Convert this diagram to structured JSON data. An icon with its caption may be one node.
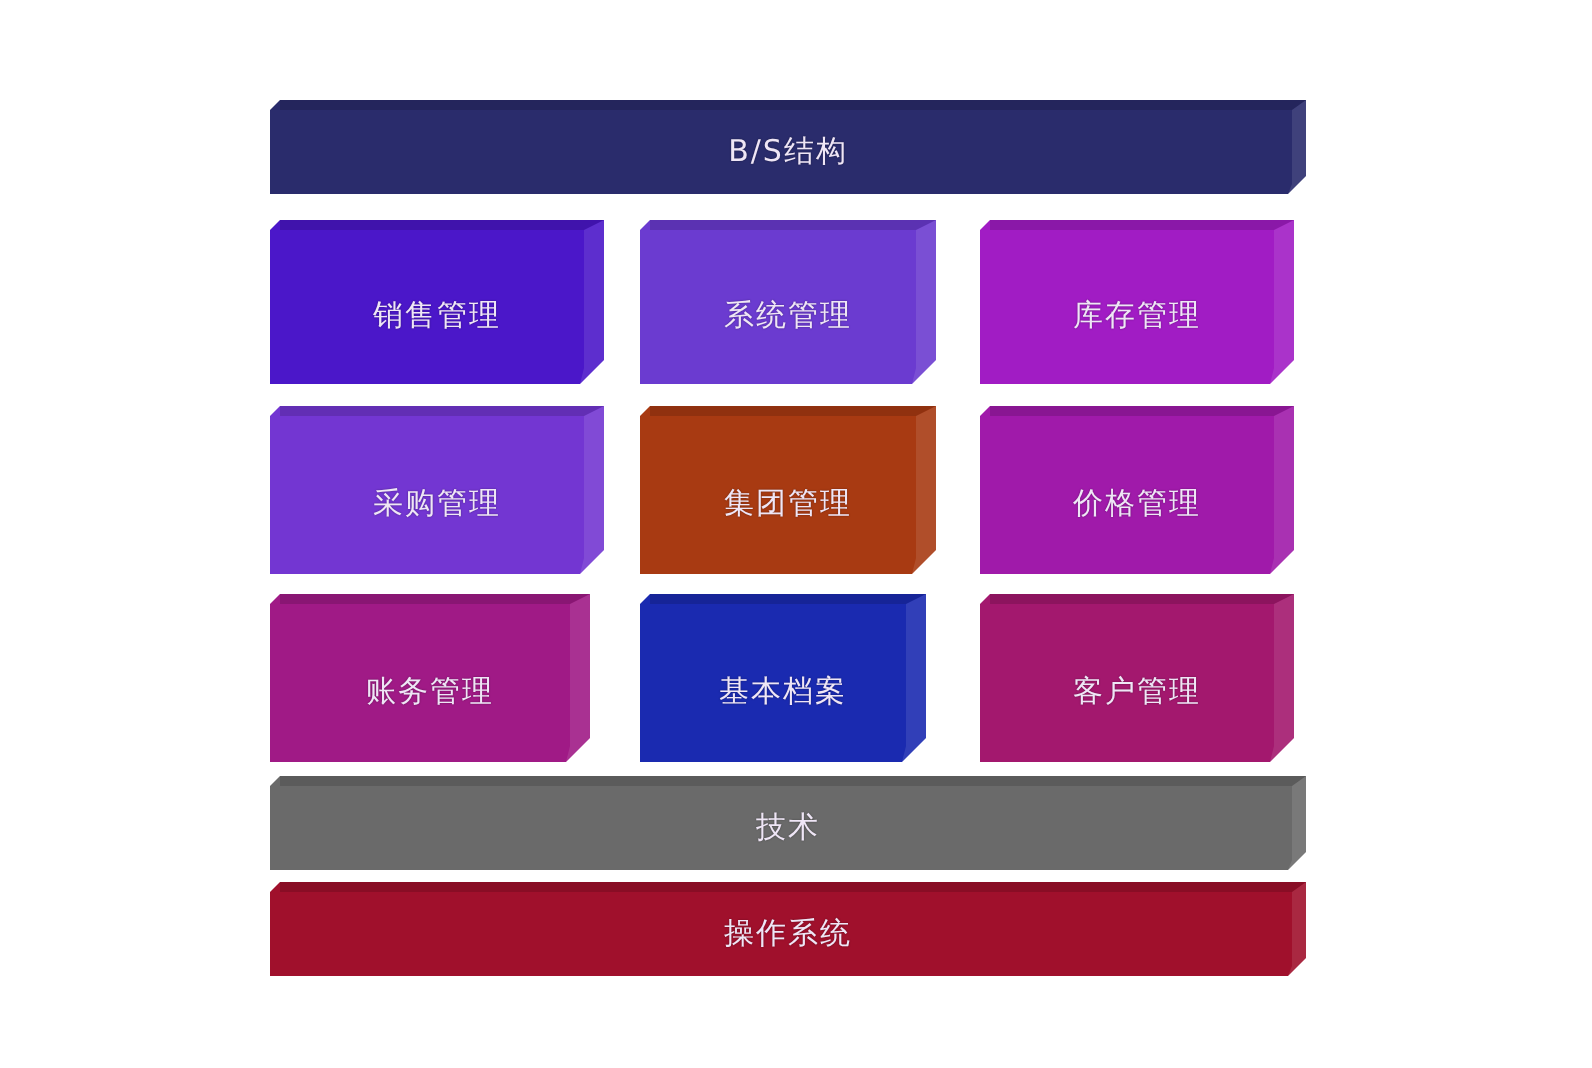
{
  "diagram": {
    "nodes": [
      {
        "text": [
          "B/S结构"
        ]
      },
      {
        "text": [
          "销售管理"
        ]
      },
      {
        "text": [
          "系统管理"
        ]
      },
      {
        "text": [
          "库存管理"
        ]
      },
      {
        "text": [
          "采购管理"
        ]
      },
      {
        "text": [
          "集团管理"
        ]
      },
      {
        "text": [
          "价格管理"
        ]
      },
      {
        "text": [
          "账务管理"
        ]
      },
      {
        "text": [
          "基本档案"
        ]
      },
      {
        "text": [
          "客户管理"
        ]
      },
      {
        "text": [
          "技术"
        ]
      },
      {
        "text": [
          "操作系统"
        ]
      }
    ]
  }
}
